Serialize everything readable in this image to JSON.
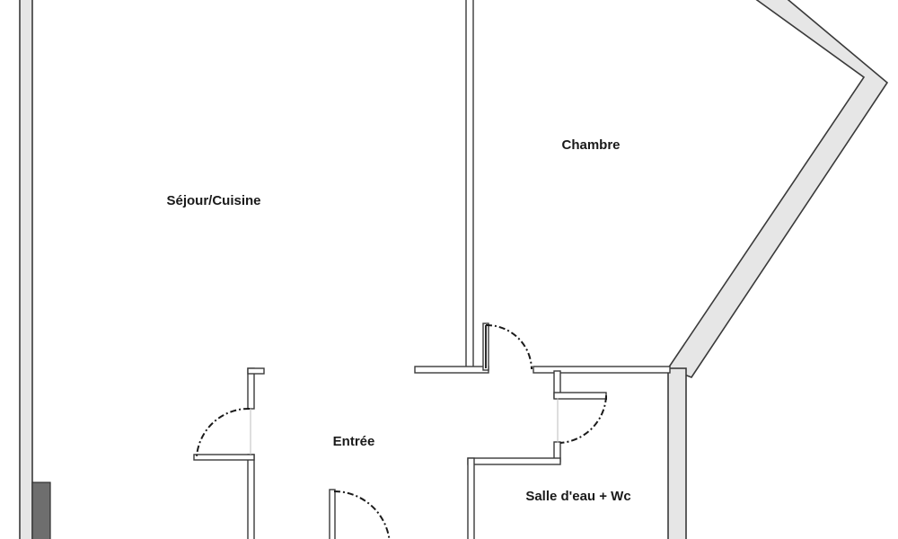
{
  "rooms": {
    "sejour": "Séjour/Cuisine",
    "chambre": "Chambre",
    "entree": "Entrée",
    "salle_eau": "Salle d'eau + Wc"
  }
}
